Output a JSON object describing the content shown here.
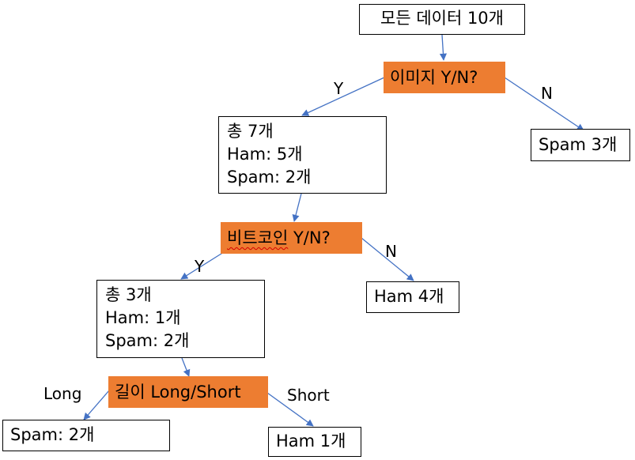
{
  "root": {
    "label": "모든 데이터 10개"
  },
  "q1": {
    "label": "이미지 Y/N?",
    "color": "#ED7D31"
  },
  "q1_yes": {
    "lines": [
      "총 7개",
      "Ham: 5개",
      "Spam: 2개"
    ]
  },
  "q1_no": {
    "label": "Spam 3개"
  },
  "q2": {
    "misspelled_word": "비트코인",
    "rest": " Y/N?"
  },
  "q2_yes": {
    "lines": [
      "총 3개",
      "Ham: 1개",
      "Spam: 2개"
    ]
  },
  "q2_no": {
    "label": "Ham 4개"
  },
  "q3": {
    "label": "길이 Long/Short"
  },
  "q3_long": {
    "label": "Spam: 2개"
  },
  "q3_short": {
    "label": "Ham 1개"
  },
  "edge_labels": {
    "q1_yes": "Y",
    "q1_no": "N",
    "q2_yes": "Y",
    "q2_no": "N",
    "q3_long": "Long",
    "q3_short": "Short"
  },
  "edge_color": "#4472C4"
}
